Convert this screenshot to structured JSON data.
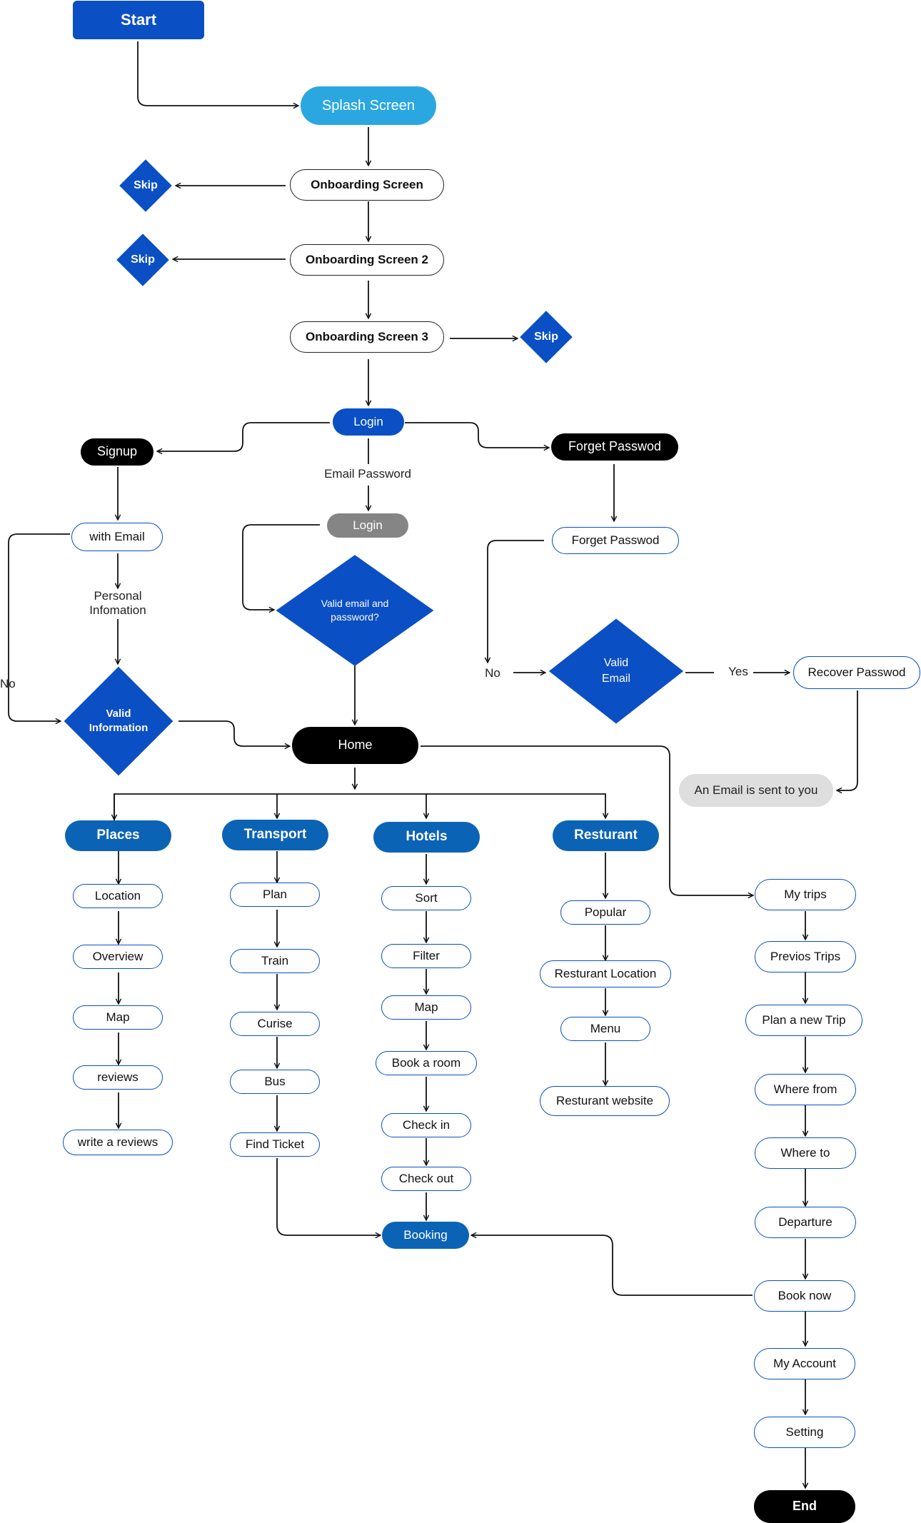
{
  "start": "Start",
  "splash": "Splash Screen",
  "onboarding": [
    "Onboarding Screen",
    "Onboarding Screen 2",
    "Onboarding Screen 3"
  ],
  "skip": "Skip",
  "login": "Login",
  "login_gray": "Login",
  "email_password": "Email Password",
  "signup": "Signup",
  "with_email": "with Email",
  "personal_info": "Personal\nInfomation",
  "valid_info": "Valid\nInformation",
  "valid_email_password": "Valid email and\npassword?",
  "forget_password_black": "Forget Passwod",
  "forget_password": "Forget Passwod",
  "valid_email": "Valid\nEmail",
  "no": "No",
  "yes": "Yes",
  "recover_password": "Recover Passwod",
  "email_sent": "An Email is sent to you",
  "home": "Home",
  "places": {
    "title": "Places",
    "items": [
      "Location",
      "Overview",
      "Map",
      "reviews",
      "write a reviews"
    ]
  },
  "transport": {
    "title": "Transport",
    "items": [
      "Plan",
      "Train",
      "Curise",
      "Bus",
      "Find Ticket"
    ]
  },
  "hotels": {
    "title": "Hotels",
    "items": [
      "Sort",
      "Filter",
      "Map",
      "Book a room",
      "Check in",
      "Check out"
    ]
  },
  "restaurant": {
    "title": "Resturant",
    "items": [
      "Popular",
      "Resturant Location",
      "Menu",
      "Resturant website"
    ]
  },
  "booking": "Booking",
  "trips": [
    "My trips",
    "Previos Trips",
    "Plan a new Trip",
    "Where from",
    "Where to",
    "Departure",
    "Book now",
    "My Account",
    "Setting"
  ],
  "end": "End",
  "colors": {
    "blue": "#0a4fc4",
    "header_blue": "#0b63b6",
    "splash": "#2aa7e0",
    "black": "#000000",
    "gray": "#858585",
    "light_gray": "#dedede"
  }
}
